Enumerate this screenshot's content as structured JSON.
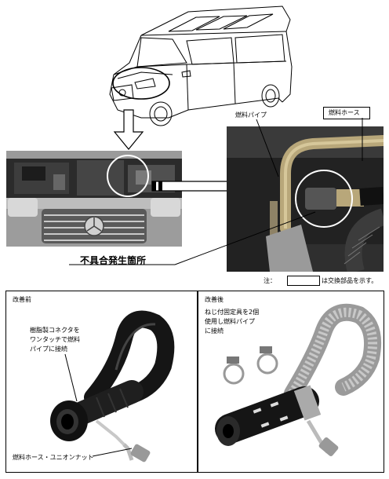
{
  "labels": {
    "fuel_pipe": "燃料パイプ",
    "fuel_hose": "燃料ホース",
    "defect_location": "不具合発生箇所",
    "note_prefix": "注：",
    "note_suffix": "は交換部品を示す。"
  },
  "before": {
    "title": "改善前",
    "callout_line1": "樹脂製コネクタを",
    "callout_line2": "ワンタッチで燃料",
    "callout_line3": "パイプに接続",
    "bottom_label": "燃料ホース・ユニオンナット"
  },
  "after": {
    "title": "改善後",
    "callout_line1": "ねじ付固定具を2個",
    "callout_line2": "使用し燃料パイプ",
    "callout_line3": "に接続"
  },
  "colors": {
    "fuel_pipe": "#b8a77a",
    "engine_bay": "#3a3a3a",
    "hose_black": "#151515",
    "braid": "#9a9a9a"
  }
}
